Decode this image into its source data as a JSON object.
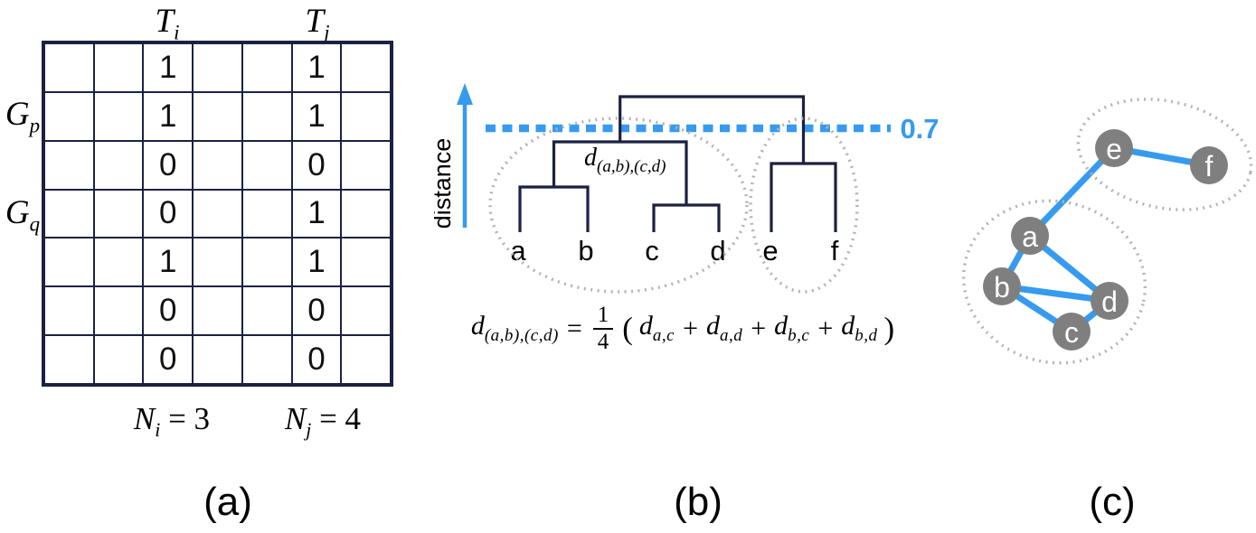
{
  "colors": {
    "ink": "#1b2142",
    "blue": "#369bef",
    "node_gray": "#7f7f7f",
    "cluster_dot_gray": "#b3b3b3",
    "text_black": "#000000"
  },
  "panel_a": {
    "label": "(a)",
    "col_headers": [
      {
        "base": "T",
        "sub": "i"
      },
      {
        "base": "T",
        "sub": "j"
      }
    ],
    "row_labels": [
      {
        "base": "G",
        "sub": "p"
      },
      {
        "base": "G",
        "sub": "q"
      }
    ],
    "grid": {
      "rows": 7,
      "cols": 7,
      "ti_col": 2,
      "tj_col": 5,
      "ti_values": [
        "1",
        "1",
        "0",
        "0",
        "1",
        "0",
        "0"
      ],
      "tj_values": [
        "1",
        "1",
        "0",
        "1",
        "1",
        "0",
        "0"
      ]
    },
    "captions": [
      {
        "base": "N",
        "sub": "i",
        "rhs": " = 3"
      },
      {
        "base": "N",
        "sub": "j",
        "rhs": " = 4"
      }
    ]
  },
  "panel_b": {
    "label": "(b)",
    "axis_label": "distance",
    "threshold_value": "0.7",
    "junction_label": {
      "base": "d",
      "sub": "(a,b),(c,d)"
    },
    "leaves": [
      "a",
      "b",
      "c",
      "d",
      "e",
      "f"
    ],
    "dendrogram": {
      "threshold": 0.7,
      "merges": [
        {
          "pair": [
            "a",
            "b"
          ],
          "height": 0.3
        },
        {
          "pair": [
            "c",
            "d"
          ],
          "height": 0.18
        },
        {
          "pair": [
            "(a,b)",
            "(c,d)"
          ],
          "height": 0.6,
          "label": "d(a,b),(c,d)"
        },
        {
          "pair": [
            "e",
            "f"
          ],
          "height": 0.46
        },
        {
          "pair": [
            "(a,b,c,d)",
            "(e,f)"
          ],
          "height": 0.9
        }
      ],
      "clusters_at_threshold": [
        [
          "a",
          "b",
          "c",
          "d"
        ],
        [
          "e",
          "f"
        ]
      ]
    },
    "formula": {
      "lhs_base": "d",
      "lhs_sub": "(a,b),(c,d)",
      "eq": "=",
      "frac_num": "1",
      "frac_den": "4",
      "open_paren": "(",
      "plus": "+",
      "close_paren": ")",
      "terms": [
        {
          "base": "d",
          "sub": "a,c"
        },
        {
          "base": "d",
          "sub": "a,d"
        },
        {
          "base": "d",
          "sub": "b,c"
        },
        {
          "base": "d",
          "sub": "b,d"
        }
      ]
    }
  },
  "panel_c": {
    "label": "(c)",
    "nodes": [
      {
        "id": "a"
      },
      {
        "id": "b"
      },
      {
        "id": "c"
      },
      {
        "id": "d"
      },
      {
        "id": "e"
      },
      {
        "id": "f"
      }
    ],
    "edges": [
      [
        "a",
        "e"
      ],
      [
        "e",
        "f"
      ],
      [
        "a",
        "b"
      ],
      [
        "a",
        "d"
      ],
      [
        "b",
        "d"
      ],
      [
        "b",
        "c"
      ],
      [
        "c",
        "d"
      ]
    ],
    "clusters": [
      [
        "a",
        "b",
        "c",
        "d"
      ],
      [
        "e",
        "f"
      ]
    ]
  }
}
